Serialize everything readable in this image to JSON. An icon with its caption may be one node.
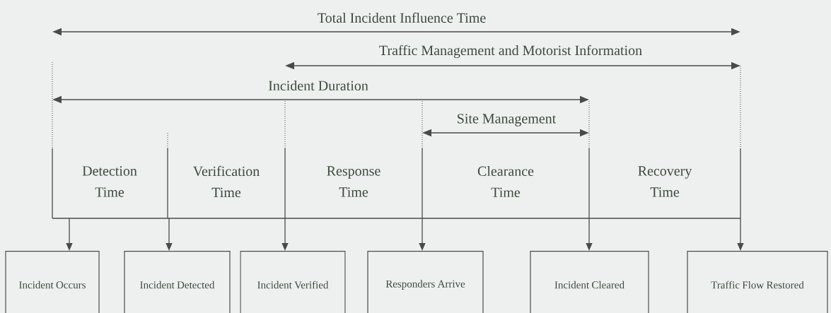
{
  "diagram": {
    "nodes": [
      {
        "text": [
          "Incident Occurs"
        ]
      },
      {
        "text": [
          "Incident Detected"
        ]
      },
      {
        "text": [
          "Incident Verified"
        ]
      },
      {
        "text": [
          "Responders Arrive"
        ]
      },
      {
        "text": [
          "Incident Cleared"
        ]
      },
      {
        "text": [
          "Traffic Flow Restored"
        ]
      }
    ],
    "edges": [
      {
        "from": null,
        "to": 0,
        "arrow": "to"
      },
      {
        "from": null,
        "to": 1,
        "arrow": "to"
      },
      {
        "from": null,
        "to": 2,
        "arrow": "to"
      },
      {
        "from": null,
        "to": 3,
        "arrow": "to"
      },
      {
        "from": null,
        "to": 4,
        "arrow": "to"
      },
      {
        "from": null,
        "to": 5,
        "arrow": "to"
      }
    ],
    "labels": [
      "Total Incident Influence Time",
      "Traffic Management and Motorist Information",
      "Incident Duration",
      "Site Management",
      "Detection Time",
      "Verification Time",
      "Response Time",
      "Clearance Time",
      "Recovery Time"
    ]
  }
}
